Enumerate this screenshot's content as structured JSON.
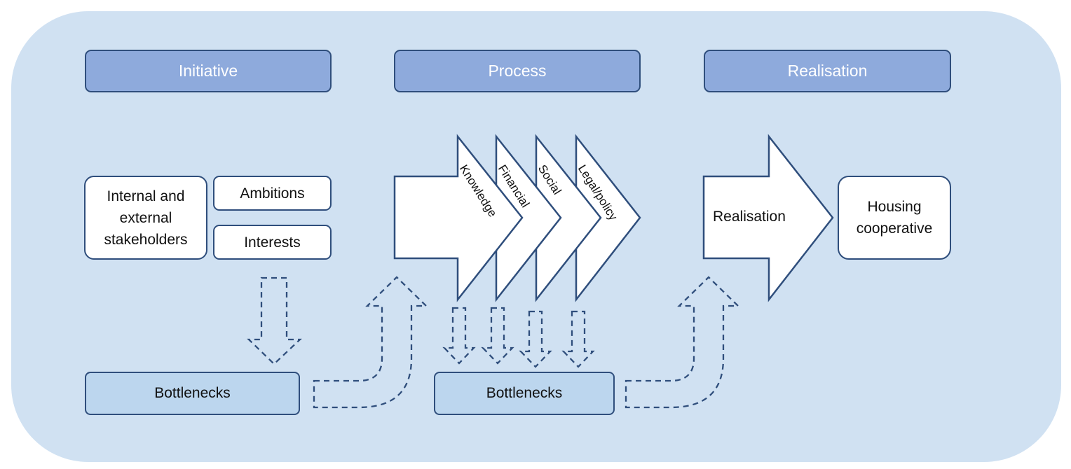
{
  "headers": {
    "initiative": "Initiative",
    "process": "Process",
    "realisation": "Realisation"
  },
  "initiative": {
    "stakeholders": "Internal and external stakeholders",
    "ambitions": "Ambitions",
    "interests": "Interests"
  },
  "process": {
    "layers": [
      "Knowledge",
      "Financial",
      "Social",
      "Legal/policy"
    ]
  },
  "realisation": {
    "arrow_label": "Realisation",
    "outcome": "Housing cooperative"
  },
  "bottlenecks": {
    "left": "Bottlenecks",
    "middle": "Bottlenecks"
  },
  "colors": {
    "background": "#d0e1f2",
    "header_fill": "#8eaadc",
    "bottleneck_fill": "#bcd6ee",
    "outline": "#2f4e7c"
  }
}
